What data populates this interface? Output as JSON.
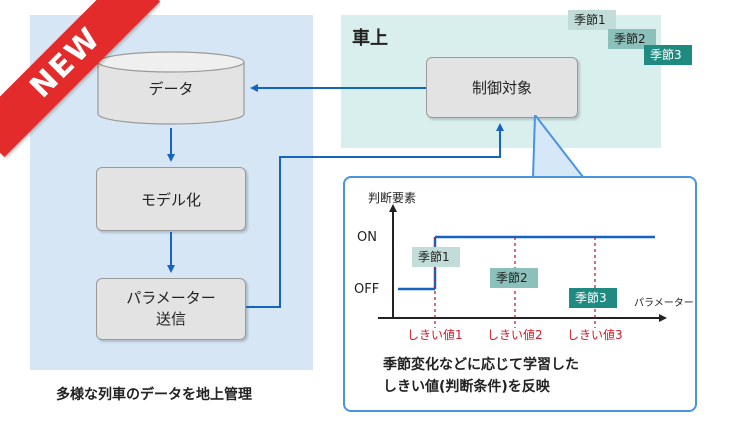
{
  "new_ribbon": "NEW",
  "left_panel": {
    "data_label": "データ",
    "model_label": "モデル化",
    "param_label_line1": "パラメーター",
    "param_label_line2": "送信",
    "caption": "多様な列車のデータを地上管理"
  },
  "right_panel": {
    "title": "車上",
    "control_label": "制御対象",
    "seasons": [
      "季節1",
      "季節2",
      "季節3"
    ]
  },
  "inset": {
    "y_axis_label": "判断要素",
    "on_label": "ON",
    "off_label": "OFF",
    "x_axis_label": "パラメーター",
    "season_tags": [
      "季節1",
      "季節2",
      "季節3"
    ],
    "thresholds": [
      "しきい値1",
      "しきい値2",
      "しきい値3"
    ],
    "caption_line1": "季節変化などに応じて学習した",
    "caption_line2": "しきい値(判断条件)を反映"
  },
  "colors": {
    "arrow_blue": "#1565c0",
    "inset_border": "#4a93e0",
    "ribbon_red": "#e32b2b",
    "threshold_red": "#d11a2a",
    "season_light": "#c2ddd9",
    "season_mid": "#8cc0ba",
    "season_dark": "#1f8a80"
  }
}
